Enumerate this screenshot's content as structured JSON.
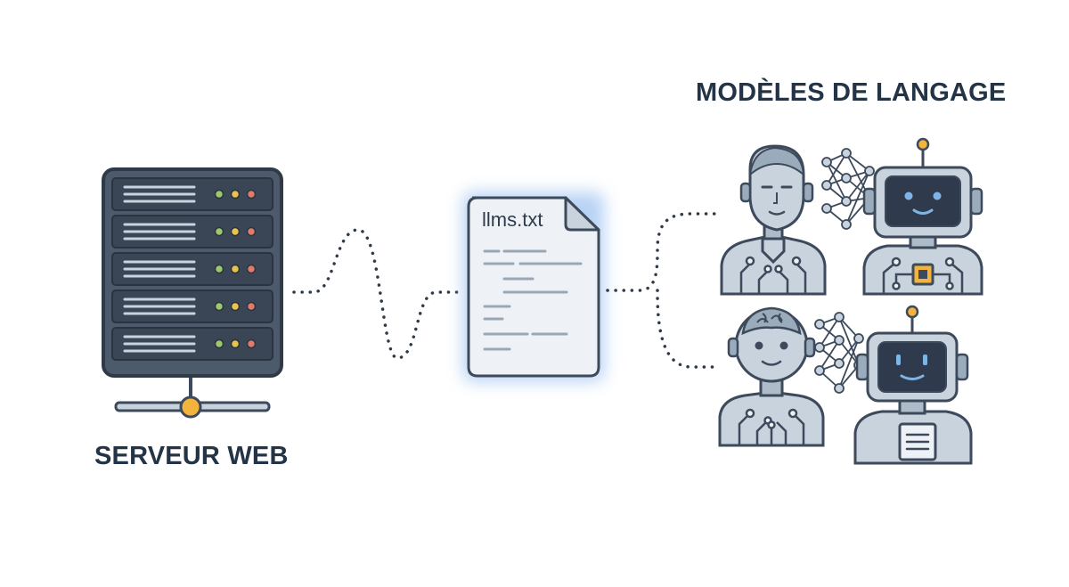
{
  "diagram": {
    "server_label": "SERVEUR WEB",
    "file_name": "llms.txt",
    "models_label": "MODÈLES DE LANGAGE"
  },
  "colors": {
    "ink": "#3d4a5c",
    "server_body": "#4d5a6b",
    "server_rack": "#3a4656",
    "panel_fill": "#c9d3de",
    "led_green": "#9cc96b",
    "led_yellow": "#e8c34e",
    "led_red": "#e07a6a",
    "accent_orange": "#f2b43c",
    "doc_glow": "#9fc3f0",
    "screen_blue": "#7fb5e6"
  },
  "icons": [
    "server-rack-icon",
    "document-icon",
    "humanoid-robot-icon",
    "robot-icon",
    "brain-robot-icon",
    "neural-network-icon"
  ]
}
